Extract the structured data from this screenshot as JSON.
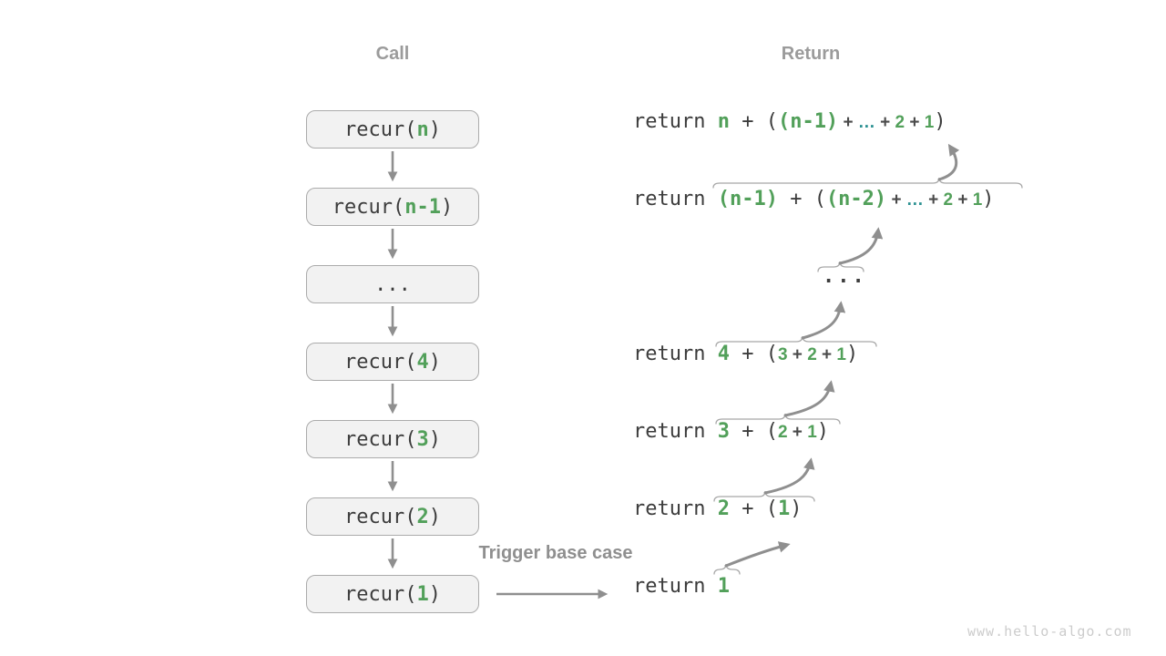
{
  "page": {
    "watermark": "www.hello-algo.com"
  },
  "colors": {
    "green": "#52a05a",
    "teal": "#2c9192",
    "code_dark": "#3c3c3c",
    "header_gray": "#9b9b9b",
    "arrow_gray": "#8f8f8f",
    "brace_gray": "#a8a8a8",
    "box_fill": "#f2f2f2",
    "box_border": "#ababab"
  },
  "annotation": {
    "trigger_label": "Trigger base case"
  },
  "call_column": {
    "header": "Call",
    "boxes": [
      {
        "segments": [
          {
            "t": "recur(",
            "s": "c"
          },
          {
            "t": "n",
            "s": "g"
          },
          {
            "t": ")",
            "s": "c"
          }
        ]
      },
      {
        "segments": [
          {
            "t": "recur(",
            "s": "c"
          },
          {
            "t": "n-1",
            "s": "g"
          },
          {
            "t": ")",
            "s": "c"
          }
        ]
      },
      {
        "segments": [
          {
            "t": "...",
            "s": "c"
          }
        ]
      },
      {
        "segments": [
          {
            "t": "recur(",
            "s": "c"
          },
          {
            "t": "4",
            "s": "g"
          },
          {
            "t": ")",
            "s": "c"
          }
        ]
      },
      {
        "segments": [
          {
            "t": "recur(",
            "s": "c"
          },
          {
            "t": "3",
            "s": "g"
          },
          {
            "t": ")",
            "s": "c"
          }
        ]
      },
      {
        "segments": [
          {
            "t": "recur(",
            "s": "c"
          },
          {
            "t": "2",
            "s": "g"
          },
          {
            "t": ")",
            "s": "c"
          }
        ]
      },
      {
        "segments": [
          {
            "t": "recur(",
            "s": "c"
          },
          {
            "t": "1",
            "s": "g"
          },
          {
            "t": ")",
            "s": "c"
          }
        ]
      }
    ]
  },
  "return_column": {
    "header": "Return",
    "rows": [
      {
        "segments": [
          {
            "t": "return ",
            "s": "c"
          },
          {
            "t": "n",
            "s": "g"
          },
          {
            "t": " + (",
            "s": "c"
          },
          {
            "t": "(n-1)",
            "s": "g"
          },
          {
            "t": " + ",
            "s": "p"
          },
          {
            "t": "…",
            "s": "e"
          },
          {
            "t": " + ",
            "s": "p"
          },
          {
            "t": "2",
            "s": "sg"
          },
          {
            "t": " + ",
            "s": "p"
          },
          {
            "t": "1",
            "s": "sg"
          },
          {
            "t": ")",
            "s": "c"
          }
        ]
      },
      {
        "segments": [
          {
            "t": "return ",
            "s": "c"
          },
          {
            "t": "(n-1)",
            "s": "g"
          },
          {
            "t": " + (",
            "s": "c"
          },
          {
            "t": "(n-2)",
            "s": "g"
          },
          {
            "t": " + ",
            "s": "p"
          },
          {
            "t": "…",
            "s": "e"
          },
          {
            "t": " + ",
            "s": "p"
          },
          {
            "t": "2",
            "s": "sg"
          },
          {
            "t": " + ",
            "s": "p"
          },
          {
            "t": "1",
            "s": "sg"
          },
          {
            "t": ")",
            "s": "c"
          }
        ]
      },
      {
        "segments": [
          {
            "t": "...",
            "s": "dots"
          }
        ]
      },
      {
        "segments": [
          {
            "t": "return ",
            "s": "c"
          },
          {
            "t": "4",
            "s": "g"
          },
          {
            "t": " + (",
            "s": "c"
          },
          {
            "t": "3",
            "s": "sg"
          },
          {
            "t": " + ",
            "s": "p"
          },
          {
            "t": "2",
            "s": "sg"
          },
          {
            "t": " + ",
            "s": "p"
          },
          {
            "t": "1",
            "s": "sg"
          },
          {
            "t": ")",
            "s": "c"
          }
        ]
      },
      {
        "segments": [
          {
            "t": "return ",
            "s": "c"
          },
          {
            "t": "3",
            "s": "g"
          },
          {
            "t": " + (",
            "s": "c"
          },
          {
            "t": "2",
            "s": "sg"
          },
          {
            "t": " + ",
            "s": "p"
          },
          {
            "t": "1",
            "s": "sg"
          },
          {
            "t": ")",
            "s": "c"
          }
        ]
      },
      {
        "segments": [
          {
            "t": "return ",
            "s": "c"
          },
          {
            "t": "2",
            "s": "g"
          },
          {
            "t": " + (",
            "s": "c"
          },
          {
            "t": "1",
            "s": "g"
          },
          {
            "t": ")",
            "s": "c"
          }
        ]
      },
      {
        "segments": [
          {
            "t": "return ",
            "s": "c"
          },
          {
            "t": "1",
            "s": "g"
          }
        ]
      }
    ]
  }
}
